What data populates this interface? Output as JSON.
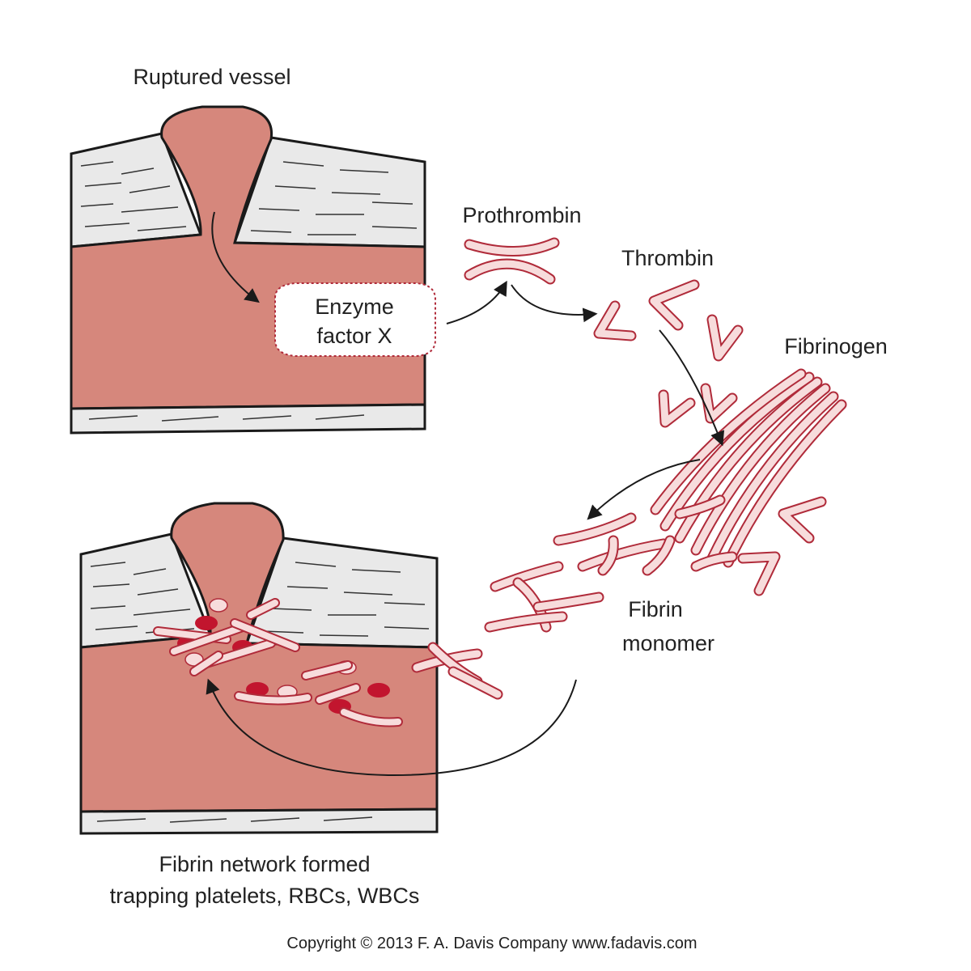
{
  "labels": {
    "ruptured_vessel": "Ruptured vessel",
    "enzyme_line1": "Enzyme",
    "enzyme_line2": "factor X",
    "prothrombin": "Prothrombin",
    "thrombin": "Thrombin",
    "fibrinogen": "Fibrinogen",
    "fibrin_line1": "Fibrin",
    "fibrin_line2": "monomer",
    "network_line1": "Fibrin network formed",
    "network_line2": "trapping platelets, RBCs, WBCs"
  },
  "copyright": "Copyright © 2013  F. A. Davis Company   www.fadavis.com",
  "colors": {
    "vessel": "#d6877c",
    "tissue": "#e9e9e9",
    "strand_outline": "#b02b3a",
    "strand_fill": "#f7dcdc",
    "rbc": "#c2152e",
    "arrow": "#1a1a1a"
  }
}
